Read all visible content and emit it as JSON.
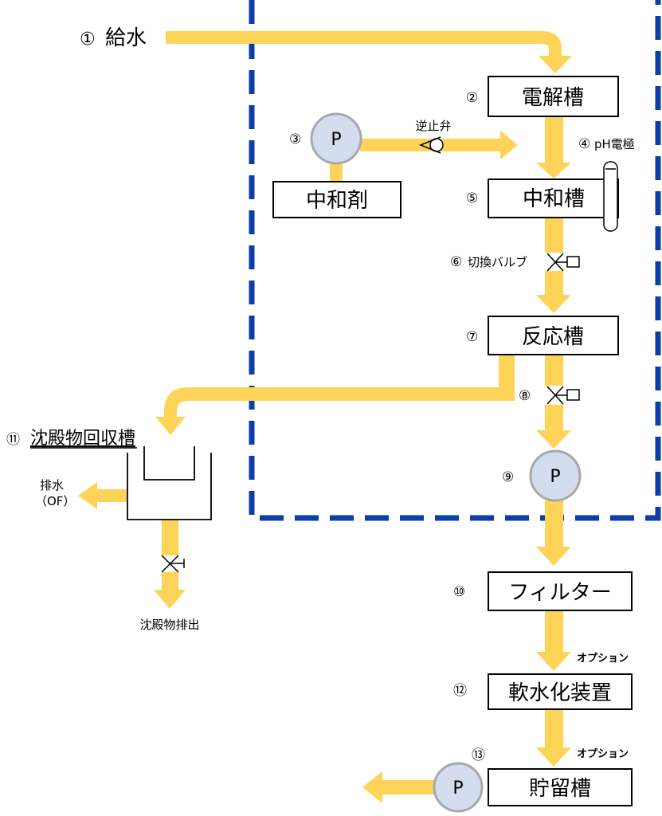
{
  "colors": {
    "flow": "#FDD458",
    "boundary": "#0B3EA8",
    "pump_fill": "#D4DDF0",
    "pump_stroke": "#A8A8A8"
  },
  "feed": {
    "num": "①",
    "label": "給水"
  },
  "tanks": {
    "electrolysis": {
      "num": "②",
      "label": "電解槽"
    },
    "neutralizer": {
      "num": "",
      "label": "中和剤"
    },
    "neutralization": {
      "num": "⑤",
      "label": "中和槽"
    },
    "reaction": {
      "num": "⑦",
      "label": "反応槽"
    },
    "filter": {
      "num": "⑩",
      "label": "フィルター"
    },
    "softener": {
      "num": "⑫",
      "label": "軟水化装置"
    },
    "storage": {
      "num": "",
      "label": "貯留槽"
    }
  },
  "pumps": {
    "dosing": {
      "num": "③",
      "label": "P"
    },
    "transfer": {
      "num": "⑨",
      "label": "P"
    },
    "outlet": {
      "num": "⑬",
      "label": "P"
    }
  },
  "check_valve": {
    "label": "逆止弁"
  },
  "ph_electrode": {
    "num": "④",
    "label": "pH電極"
  },
  "switch_valve": {
    "num": "⑥",
    "label": "切換バルブ"
  },
  "valve8": {
    "num": "⑧"
  },
  "sediment": {
    "num": "⑪",
    "label": "沈殿物回収槽",
    "drain_label": "排水",
    "drain_sub": "（OF）",
    "discharge_label": "沈殿物排出"
  },
  "options": {
    "softener_option": "オプション",
    "storage_option": "オプション"
  }
}
